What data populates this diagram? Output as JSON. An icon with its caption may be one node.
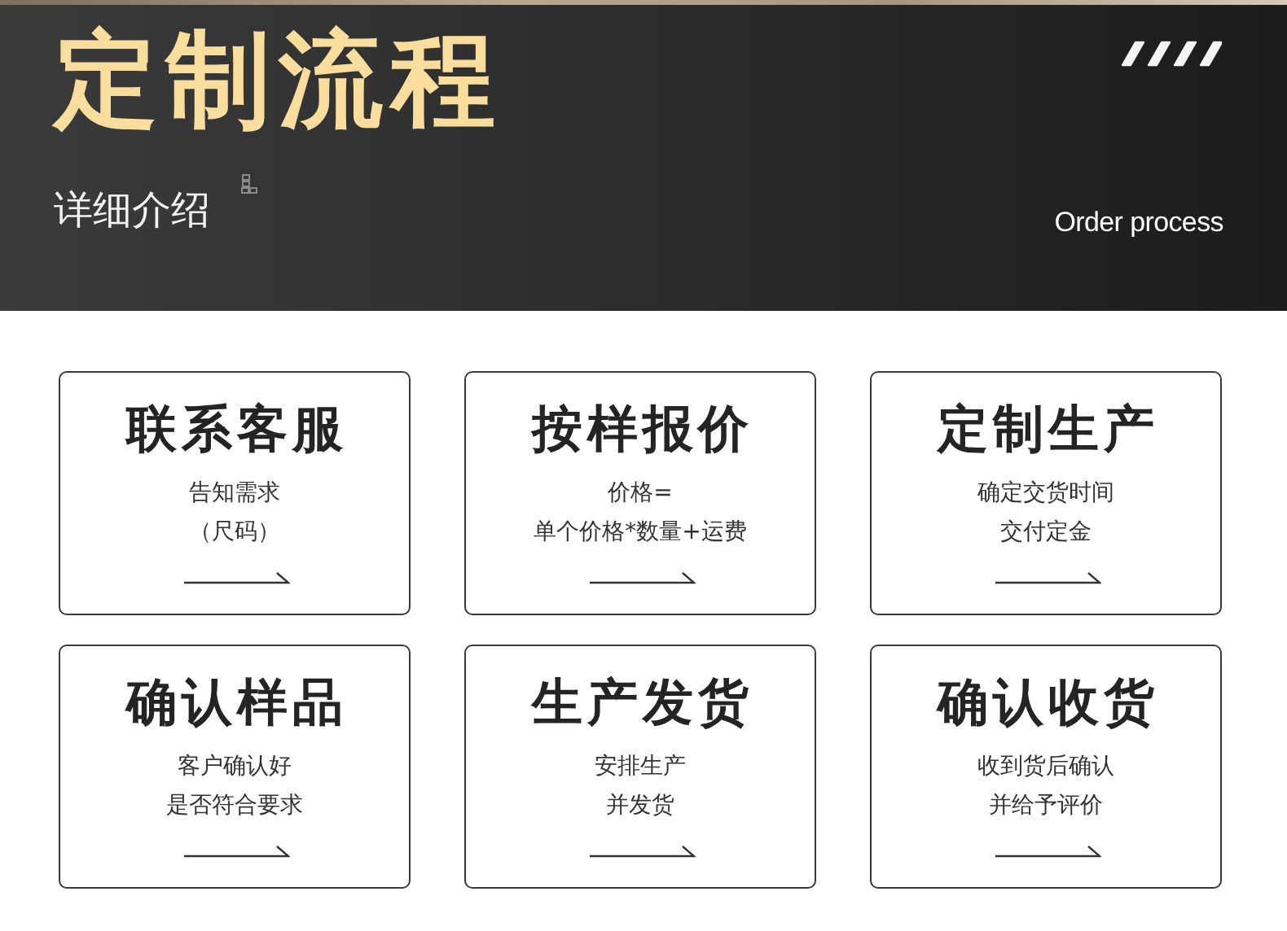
{
  "diagram": {
    "title": "定制流程",
    "nodes": [
      {
        "text": [
          "联系客服",
          "告知需求（尺码）"
        ]
      },
      {
        "text": [
          "按样报价",
          "价格=单个价格*数量+运费"
        ]
      },
      {
        "text": [
          "定制生产",
          "确定交货时间交付定金"
        ]
      },
      {
        "text": [
          "确认样品",
          "客户确认好是否符合要求"
        ]
      },
      {
        "text": [
          "生产发货",
          "安排生产并发货"
        ]
      },
      {
        "text": [
          "确认收货",
          "收到货后确认并给予评价"
        ]
      }
    ],
    "labels": [
      "详细介绍",
      "Order process"
    ]
  }
}
